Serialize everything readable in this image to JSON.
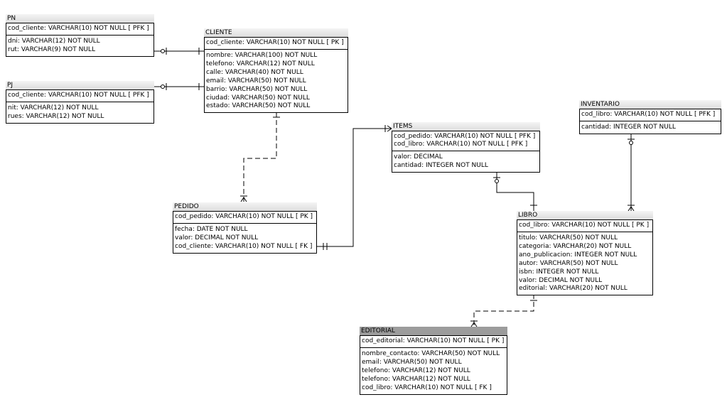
{
  "entities": [
    {
      "id": "pn",
      "name": "PN",
      "selected": false,
      "pk": [
        "cod_cliente: VARCHAR(10)   NOT NULL  [ PFK ]"
      ],
      "attrs": [
        "dni: VARCHAR(12)   NOT NULL",
        "rut: VARCHAR(9)   NOT NULL"
      ]
    },
    {
      "id": "pj",
      "name": "PJ",
      "selected": false,
      "pk": [
        "cod_cliente: VARCHAR(10)   NOT NULL  [ PFK ]"
      ],
      "attrs": [
        "nit: VARCHAR(12)   NOT NULL",
        "rues: VARCHAR(12)   NOT NULL"
      ]
    },
    {
      "id": "cliente",
      "name": "CLIENTE",
      "selected": false,
      "pk": [
        "cod_cliente: VARCHAR(10)   NOT NULL  [ PK ]"
      ],
      "attrs": [
        "nombre: VARCHAR(100)   NOT NULL",
        "telefono: VARCHAR(12)   NOT NULL",
        "calle: VARCHAR(40)   NOT NULL",
        "email: VARCHAR(50)   NOT NULL",
        "barrio: VARCHAR(50)   NOT NULL",
        "ciudad: VARCHAR(50)   NOT NULL",
        "estado: VARCHAR(50)   NOT NULL"
      ]
    },
    {
      "id": "items",
      "name": "ITEMS",
      "selected": false,
      "pk": [
        "cod_pedido: VARCHAR(10)   NOT NULL  [ PFK ]",
        "cod_libro: VARCHAR(10)   NOT NULL  [ PFK ]"
      ],
      "attrs": [
        "valor: DECIMAL",
        "cantidad: INTEGER   NOT NULL"
      ]
    },
    {
      "id": "inventario",
      "name": "INVENTARIO",
      "selected": false,
      "pk": [
        "cod_libro: VARCHAR(10)   NOT NULL  [ PFK ]"
      ],
      "attrs": [
        "cantidad: INTEGER   NOT NULL"
      ]
    },
    {
      "id": "pedido",
      "name": "PEDIDO",
      "selected": false,
      "pk": [
        "cod_pedido: VARCHAR(10)   NOT NULL  [ PK ]"
      ],
      "attrs": [
        "fecha: DATE   NOT NULL",
        "valor: DECIMAL   NOT NULL",
        "cod_cliente: VARCHAR(10)   NOT NULL  [ FK ]"
      ]
    },
    {
      "id": "libro",
      "name": "LIBRO",
      "selected": false,
      "pk": [
        "cod_libro: VARCHAR(10)   NOT NULL  [ PK ]"
      ],
      "attrs": [
        "titulo: VARCHAR(50)   NOT NULL",
        "categoria: VARCHAR(20)   NOT NULL",
        "ano_publicacion: INTEGER   NOT NULL",
        "autor: VARCHAR(50)   NOT NULL",
        "isbn: INTEGER   NOT NULL",
        "valor: DECIMAL   NOT NULL",
        "editorial: VARCHAR(20)   NOT NULL"
      ]
    },
    {
      "id": "editorial",
      "name": "EDITORIAL",
      "selected": true,
      "pk": [
        "cod_editorial: VARCHAR(10)   NOT NULL  [ PK ]"
      ],
      "attrs": [
        "nombre_contacto: VARCHAR(50)   NOT NULL",
        "email: VARCHAR(50)   NOT NULL",
        "telefono: VARCHAR(12)   NOT NULL",
        "telefono: VARCHAR(12)   NOT NULL",
        "cod_libro: VARCHAR(10)   NOT NULL  [ FK ]"
      ]
    }
  ],
  "relationships": [
    {
      "from": "pn",
      "to": "cliente",
      "identifying": true
    },
    {
      "from": "pj",
      "to": "cliente",
      "identifying": true
    },
    {
      "from": "cliente",
      "to": "pedido",
      "identifying": false
    },
    {
      "from": "pedido",
      "to": "items",
      "identifying": true
    },
    {
      "from": "items",
      "to": "libro",
      "identifying": true
    },
    {
      "from": "inventario",
      "to": "libro",
      "identifying": true
    },
    {
      "from": "libro",
      "to": "editorial",
      "identifying": false
    }
  ]
}
